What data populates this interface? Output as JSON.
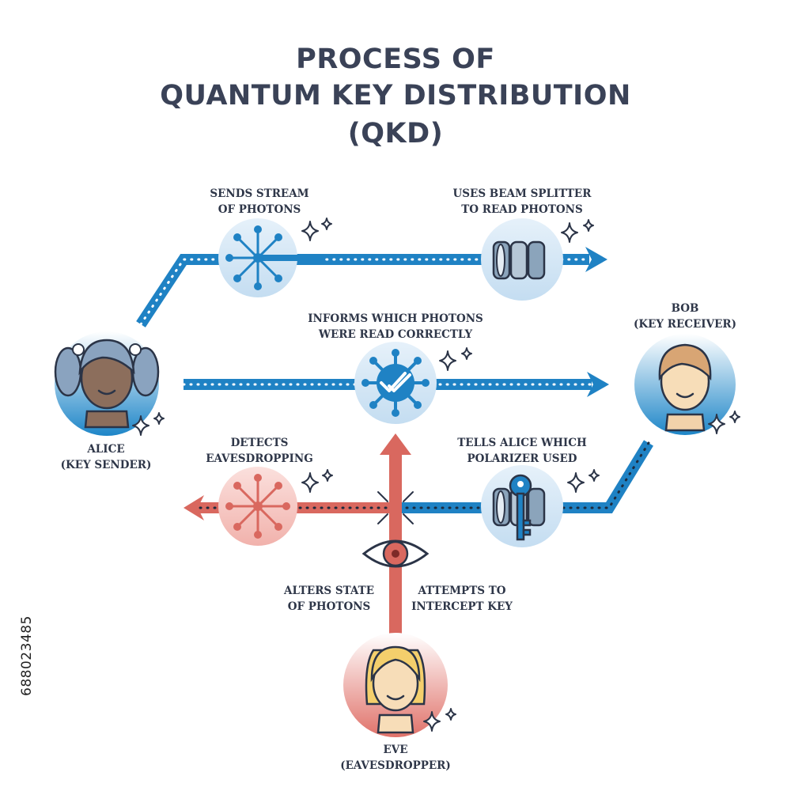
{
  "title": {
    "line1": "PROCESS OF",
    "line2": "QUANTUM KEY DISTRIBUTION",
    "line3": "(QKD)"
  },
  "steps": {
    "sends": {
      "line1": "SENDS STREAM",
      "line2": "OF PHOTONS",
      "icon": "photon-burst-icon"
    },
    "splitter": {
      "line1": "USES BEAM SPLITTER",
      "line2": "TO READ PHOTONS",
      "icon": "beam-splitter-icon"
    },
    "informs": {
      "line1": "INFORMS WHICH PHOTONS",
      "line2": "WERE READ CORRECTLY",
      "icon": "checkmark-badge-icon"
    },
    "tells": {
      "line1": "TELLS ALICE WHICH",
      "line2": "POLARIZER USED",
      "icon": "key-polarizer-icon"
    },
    "detects": {
      "line1": "DETECTS",
      "line2": "EAVESDROPPING",
      "icon": "photon-burst-icon"
    },
    "alters": {
      "line1": "ALTERS STATE",
      "line2": "OF PHOTONS"
    },
    "intercept": {
      "line1": "ATTEMPTS TO",
      "line2": "INTERCEPT KEY",
      "icon": "eye-icon"
    }
  },
  "actors": {
    "alice": {
      "name": "ALICE",
      "role": "(KEY SENDER)"
    },
    "bob": {
      "name": "BOB",
      "role": "(KEY RECEIVER)"
    },
    "eve": {
      "name": "EVE",
      "role": "(EAVESDROPPER)"
    }
  },
  "stock_id": "688023485",
  "colors": {
    "title": "#3a4257",
    "blue": "#1f82c4",
    "blue_light": "#d3e6f5",
    "red": "#d9685f",
    "red_light": "#f7cfcb",
    "outline": "#2b3447"
  }
}
